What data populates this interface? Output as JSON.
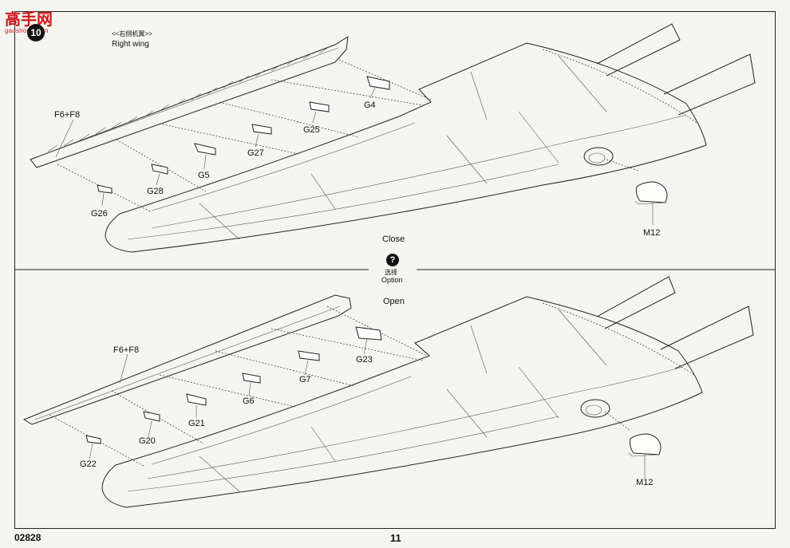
{
  "watermark": {
    "title": "高手网",
    "url": "gaoshous.com"
  },
  "step_number": "10",
  "section_title_cn": "<<右侧机翼>>",
  "section_title_en": "Right wing",
  "options": {
    "close": "Close",
    "icon": "?",
    "label_cn": "选择",
    "label_en": "Option",
    "open": "Open"
  },
  "close_parts": {
    "f6f8": "F6+F8",
    "g4": "G4",
    "g25": "G25",
    "g27": "G27",
    "g5": "G5",
    "g28": "G28",
    "g26": "G26",
    "m12": "M12"
  },
  "open_parts": {
    "f6f8": "F6+F8",
    "g23": "G23",
    "g7": "G7",
    "g6": "G6",
    "g21": "G21",
    "g20": "G20",
    "g22": "G22",
    "m12": "M12"
  },
  "footer": {
    "code": "02828",
    "page": "11"
  }
}
